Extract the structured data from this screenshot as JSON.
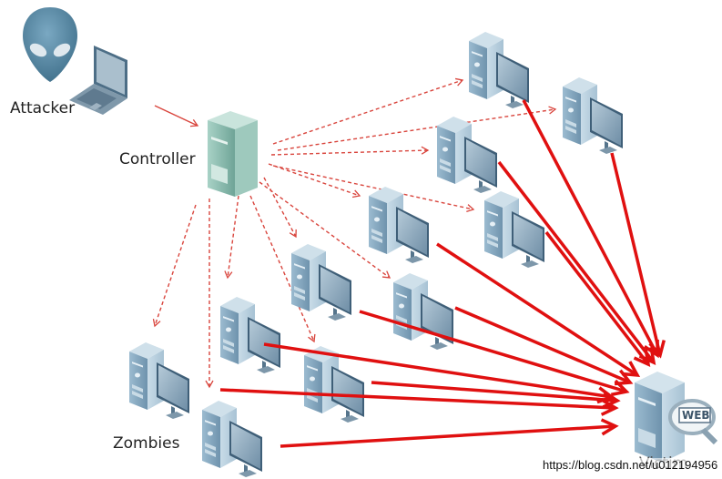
{
  "diagram": {
    "title": "DDoS botnet attack topology",
    "labels": {
      "attacker": "Attacker",
      "controller": "Controller",
      "zombies": "Zombies",
      "victim": "Victim",
      "victim_badge": "WEB"
    },
    "watermark": "https://blog.csdn.net/u012194956",
    "colors": {
      "command_arrow": "#d9453d",
      "attack_arrow": "#e01010",
      "controller_body": "#8fbfb4",
      "zombie_body": "#8eaec4",
      "alien_head": "#5a8aa6"
    },
    "zombies": [
      {
        "id": "z1"
      },
      {
        "id": "z2"
      },
      {
        "id": "z3"
      },
      {
        "id": "z4"
      },
      {
        "id": "z5"
      },
      {
        "id": "z6"
      },
      {
        "id": "z7"
      },
      {
        "id": "z8"
      },
      {
        "id": "z9"
      },
      {
        "id": "z10"
      },
      {
        "id": "z11"
      },
      {
        "id": "z12"
      }
    ],
    "edges": {
      "attacker_to_controller": "command",
      "controller_to_zombies": "command (dashed)",
      "zombies_to_victim": "attack (solid)"
    }
  }
}
